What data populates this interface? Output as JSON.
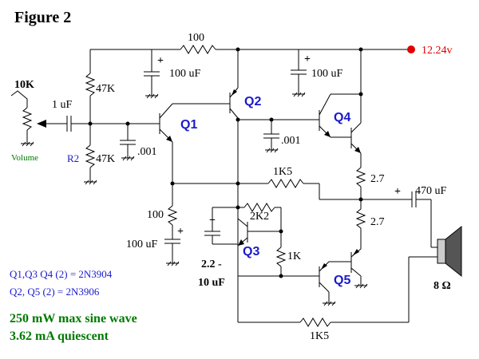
{
  "title": "Figure 2",
  "supply": {
    "label": "12.24v",
    "color": "#e00000"
  },
  "labels": {
    "r_top": "100",
    "c_top_left": "100 uF",
    "c_top_right": "100 uF",
    "pot": "10K",
    "c_in": "1 uF",
    "r_bias_top": "47K",
    "r2_name": "R2",
    "r_bias_bot": "47K",
    "c_q1": ".001",
    "c_q4": ".001",
    "r_fb": "1K5",
    "r_e1": "2.7",
    "r_e2": "2.7",
    "c_out": "470 uF",
    "r_100": "100",
    "c_100": "100 uF",
    "r_2k2": "2K2",
    "r_1k": "1K",
    "c_q3_a": "2.2 -",
    "c_q3_b": "10 uF",
    "r_bottom": "1K5",
    "speaker": "8 Ω",
    "volume": "Volume"
  },
  "transistors": {
    "q1": "Q1",
    "q2": "Q2",
    "q3": "Q3",
    "q4": "Q4",
    "q5": "Q5"
  },
  "notes": {
    "line1": "Q1,Q3 Q4 (2) = 2N3904",
    "line2": "Q2, Q5 (2) = 2N3906",
    "line3": "250 mW max sine wave",
    "line4": "3.62 mA quiescent"
  },
  "colors": {
    "wire": "#000000",
    "transistor_label": "#1a1acc",
    "note_green": "#007a00",
    "supply_dot": "#e00000"
  }
}
